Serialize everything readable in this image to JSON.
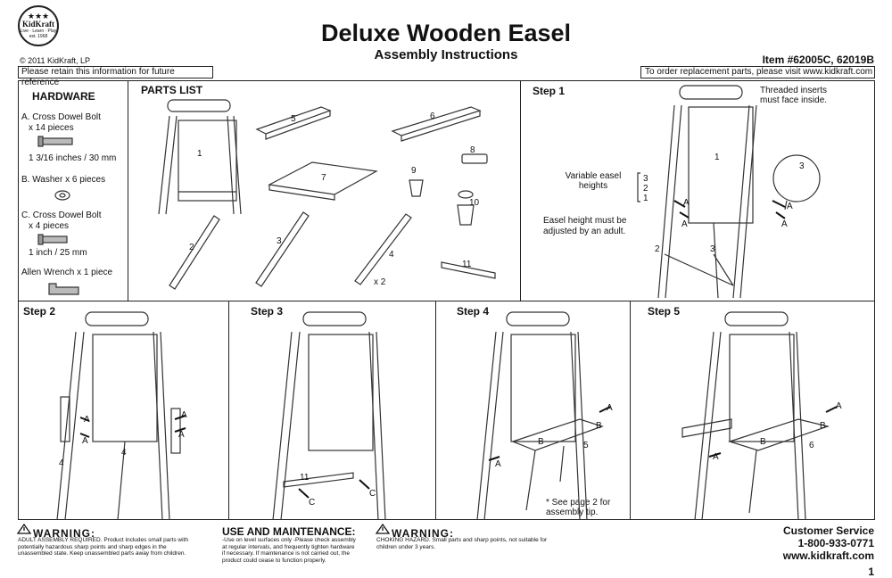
{
  "logo": {
    "brand": "KidKraft",
    "tagline": "Live · Learn · Play",
    "est": "est. 1968"
  },
  "header": {
    "title": "Deluxe Wooden Easel",
    "subtitle": "Assembly Instructions",
    "copyright": "© 2011 KidKraft, LP",
    "retain_notice": "Please retain this information for future reference",
    "item": "Item #62005C, 62019B",
    "order_notice": "To order replacement parts, please visit www.kidkraft.com"
  },
  "hardware": {
    "title": "HARDWARE",
    "a_line1": "A. Cross Dowel Bolt",
    "a_line2": "x 14 pieces",
    "a_size": "1 3/16 inches / 30 mm",
    "b_line": "B. Washer x 6 pieces",
    "c_line1": "C. Cross Dowel Bolt",
    "c_line2": "x 4 pieces",
    "c_size": "1 inch / 25 mm",
    "d_line": "Allen Wrench x 1 piece"
  },
  "parts": {
    "title": "PARTS LIST",
    "labels": [
      "1",
      "2",
      "3",
      "4",
      "5",
      "6",
      "7",
      "8",
      "9",
      "10",
      "11"
    ],
    "x2": "x 2"
  },
  "step1": {
    "title": "Step 1",
    "note_threaded": "Threaded inserts must face inside.",
    "note_variable": "Variable easel heights",
    "note_height": "Easel height must be adjusted by an adult.",
    "heights": [
      "3",
      "2",
      "1"
    ],
    "bolt_label": "A",
    "parts": [
      "1",
      "2",
      "3"
    ]
  },
  "step2": {
    "title": "Step 2",
    "bolt_label": "A",
    "part": "4"
  },
  "step3": {
    "title": "Step 3",
    "part": "11",
    "bolt_label": "C"
  },
  "step4": {
    "title": "Step 4",
    "part": "5",
    "bolt_a": "A",
    "bolt_b": "B",
    "note": "* See page 2 for assembly tip."
  },
  "step5": {
    "title": "Step 5",
    "part": "6",
    "bolt_a": "A",
    "bolt_b": "B"
  },
  "warning1": {
    "title": "WARNING:",
    "text": "ADULT ASSEMBLY REQUIRED. Product includes small parts with potentially hazardous sharp points and sharp edges in the unassembled state. Keep unassembled parts away from children."
  },
  "use": {
    "title": "USE AND MAINTENANCE:",
    "text": "-Use on level surfaces only -Please check assembly at regular intervals, and frequently tighten hardware if necessary. If maintenance is not carried out, the product could cease to function properly."
  },
  "warning2": {
    "title": "WARNING:",
    "text": "CHOKING HAZARD. Small parts and sharp points, not suitable for children under 3 years."
  },
  "service": {
    "title": "Customer Service",
    "phone": "1-800-933-0771",
    "web": "www.kidkraft.com",
    "page": "1"
  }
}
